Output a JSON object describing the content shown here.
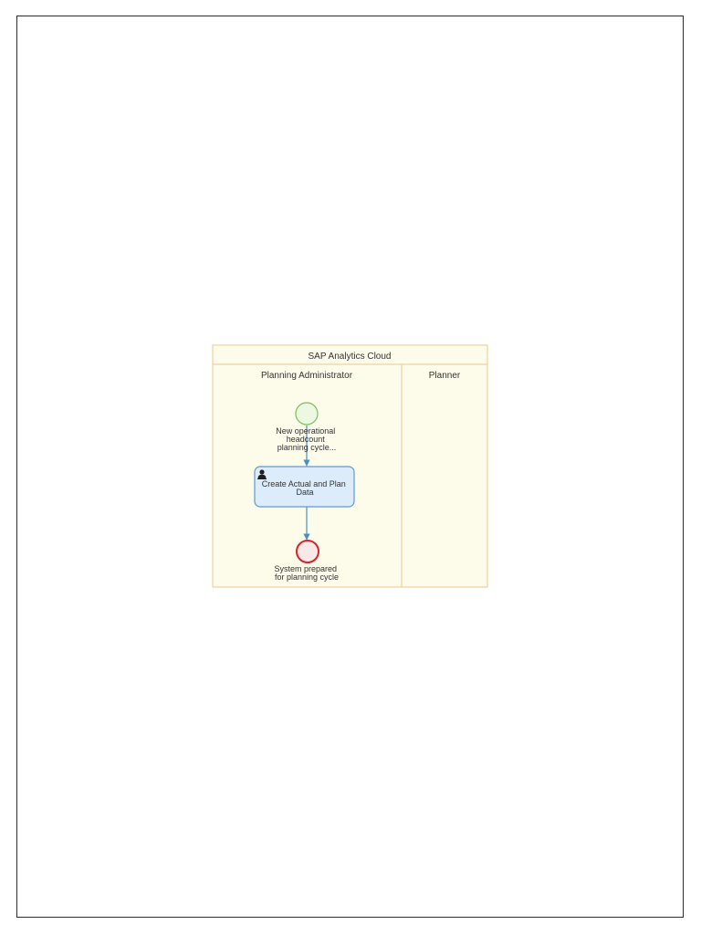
{
  "pool": {
    "title": "SAP Analytics Cloud"
  },
  "lanes": [
    {
      "label": "Planning Administrator"
    },
    {
      "label": "Planner"
    }
  ],
  "start_event": {
    "label_lines": [
      "New operational",
      "headcount",
      "planning cycle..."
    ]
  },
  "task": {
    "type": "user-task",
    "label_lines": [
      "Create Actual and Plan",
      "Data"
    ]
  },
  "end_event": {
    "label_lines": [
      "System prepared",
      "for planning cycle"
    ]
  },
  "colors": {
    "pool_fill": "#fdfbea",
    "pool_border": "#f0c88a",
    "start_fill": "#edf8e3",
    "start_stroke": "#7cbf5a",
    "task_fill": "#dcecfa",
    "task_stroke": "#5a9bd5",
    "end_fill": "#f8e8e8",
    "end_stroke": "#d6242c",
    "flow": "#4a90c2"
  }
}
